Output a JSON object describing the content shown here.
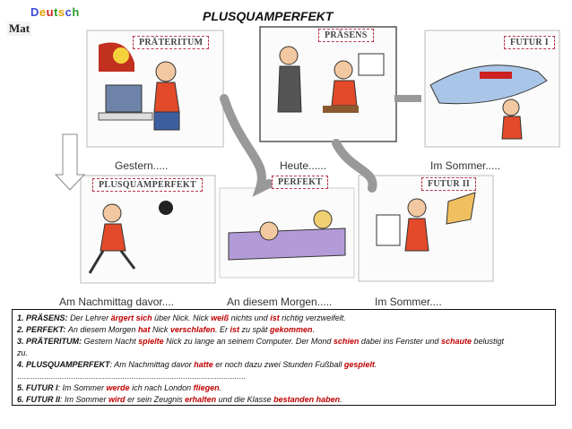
{
  "badge": {
    "letters": [
      "D",
      "e",
      "u",
      "t",
      "s",
      "c",
      "h"
    ],
    "letter_colors": [
      "#3a4bd8",
      "#e0a000",
      "#d02424",
      "#2a9d2a",
      "#e0a000",
      "#3a4bd8",
      "#2a9d2a"
    ],
    "subtitle": "Mat"
  },
  "title": "PLUSQUAMPERFEKT",
  "panels": {
    "praeteritum": {
      "label": "PRÄTERITUM",
      "caption": "Gestern....."
    },
    "praesens": {
      "label": "PRÄSENS",
      "caption": "Heute......"
    },
    "futur1": {
      "label": "FUTUR I",
      "caption": "Im Sommer....."
    },
    "plusquamperfekt": {
      "label": "PLUSQUAMPERFEKT",
      "caption": "Am Nachmittag davor...."
    },
    "perfekt": {
      "label": "PERFEKT",
      "caption": "An diesem Morgen....."
    },
    "futur2": {
      "label": "FUTUR II",
      "caption": "Im Sommer...."
    }
  },
  "examples": [
    {
      "num": "1.",
      "tense": "PRÄSENS:",
      "parts": [
        {
          "t": "Der Lehrer ",
          "s": "i"
        },
        {
          "t": "ärgert sich",
          "s": "v"
        },
        {
          "t": " über Nick. Nick ",
          "s": "i"
        },
        {
          "t": "weiß",
          "s": "v"
        },
        {
          "t": " nichts und ",
          "s": "i"
        },
        {
          "t": "ist",
          "s": "v"
        },
        {
          "t": " richtig verzweifelt.",
          "s": "i"
        }
      ]
    },
    {
      "num": "2.",
      "tense": "PERFEKT:",
      "parts": [
        {
          "t": "An diesem Morgen ",
          "s": "i"
        },
        {
          "t": "hat",
          "s": "v"
        },
        {
          "t": " Nick ",
          "s": "i"
        },
        {
          "t": "verschlafen",
          "s": "v"
        },
        {
          "t": ".   Er ",
          "s": "i"
        },
        {
          "t": "ist",
          "s": "v"
        },
        {
          "t": " zu spät ",
          "s": "i"
        },
        {
          "t": "gekommen",
          "s": "v"
        },
        {
          "t": ".",
          "s": "i"
        }
      ]
    },
    {
      "num": "3.",
      "tense": "PRÄTERITUM:",
      "parts": [
        {
          "t": "Gestern Nacht ",
          "s": "i"
        },
        {
          "t": "spielte",
          "s": "v"
        },
        {
          "t": " Nick zu lange an seinem Computer. Der Mond ",
          "s": "i"
        },
        {
          "t": "schien",
          "s": "v"
        },
        {
          "t": " dabei ins Fenster und ",
          "s": "i"
        },
        {
          "t": "schaute",
          "s": "v"
        },
        {
          "t": " belustigt",
          "s": "i"
        }
      ],
      "wrap": "zu."
    },
    {
      "num": "4.",
      "tense": "PLUSQUAMPERFEKT",
      "parts": [
        {
          "t": ": Am Nachmittag davor ",
          "s": "i"
        },
        {
          "t": "hatte",
          "s": "v"
        },
        {
          "t": " er noch dazu zwei Stunden Fußball ",
          "s": "i"
        },
        {
          "t": "gespielt",
          "s": "v"
        },
        {
          "t": ".",
          "s": "i"
        }
      ]
    },
    {
      "num": "5.",
      "tense": "FUTUR I",
      "parts": [
        {
          "t": ": Im Sommer ",
          "s": "i"
        },
        {
          "t": "werde",
          "s": "v"
        },
        {
          "t": " ich nach London ",
          "s": "i"
        },
        {
          "t": "fliegen",
          "s": "v"
        },
        {
          "t": ".",
          "s": "i"
        }
      ]
    },
    {
      "num": "6.",
      "tense": "FUTUR II",
      "parts": [
        {
          "t": ": Im Sommer ",
          "s": "i"
        },
        {
          "t": "wird",
          "s": "v"
        },
        {
          "t": " er sein Zeugnis ",
          "s": "i"
        },
        {
          "t": "erhalten",
          "s": "v"
        },
        {
          "t": " und die Klasse ",
          "s": "i"
        },
        {
          "t": "bestanden haben",
          "s": "v"
        },
        {
          "t": ".",
          "s": "i"
        }
      ]
    }
  ],
  "separator": "......................................................................................................"
}
